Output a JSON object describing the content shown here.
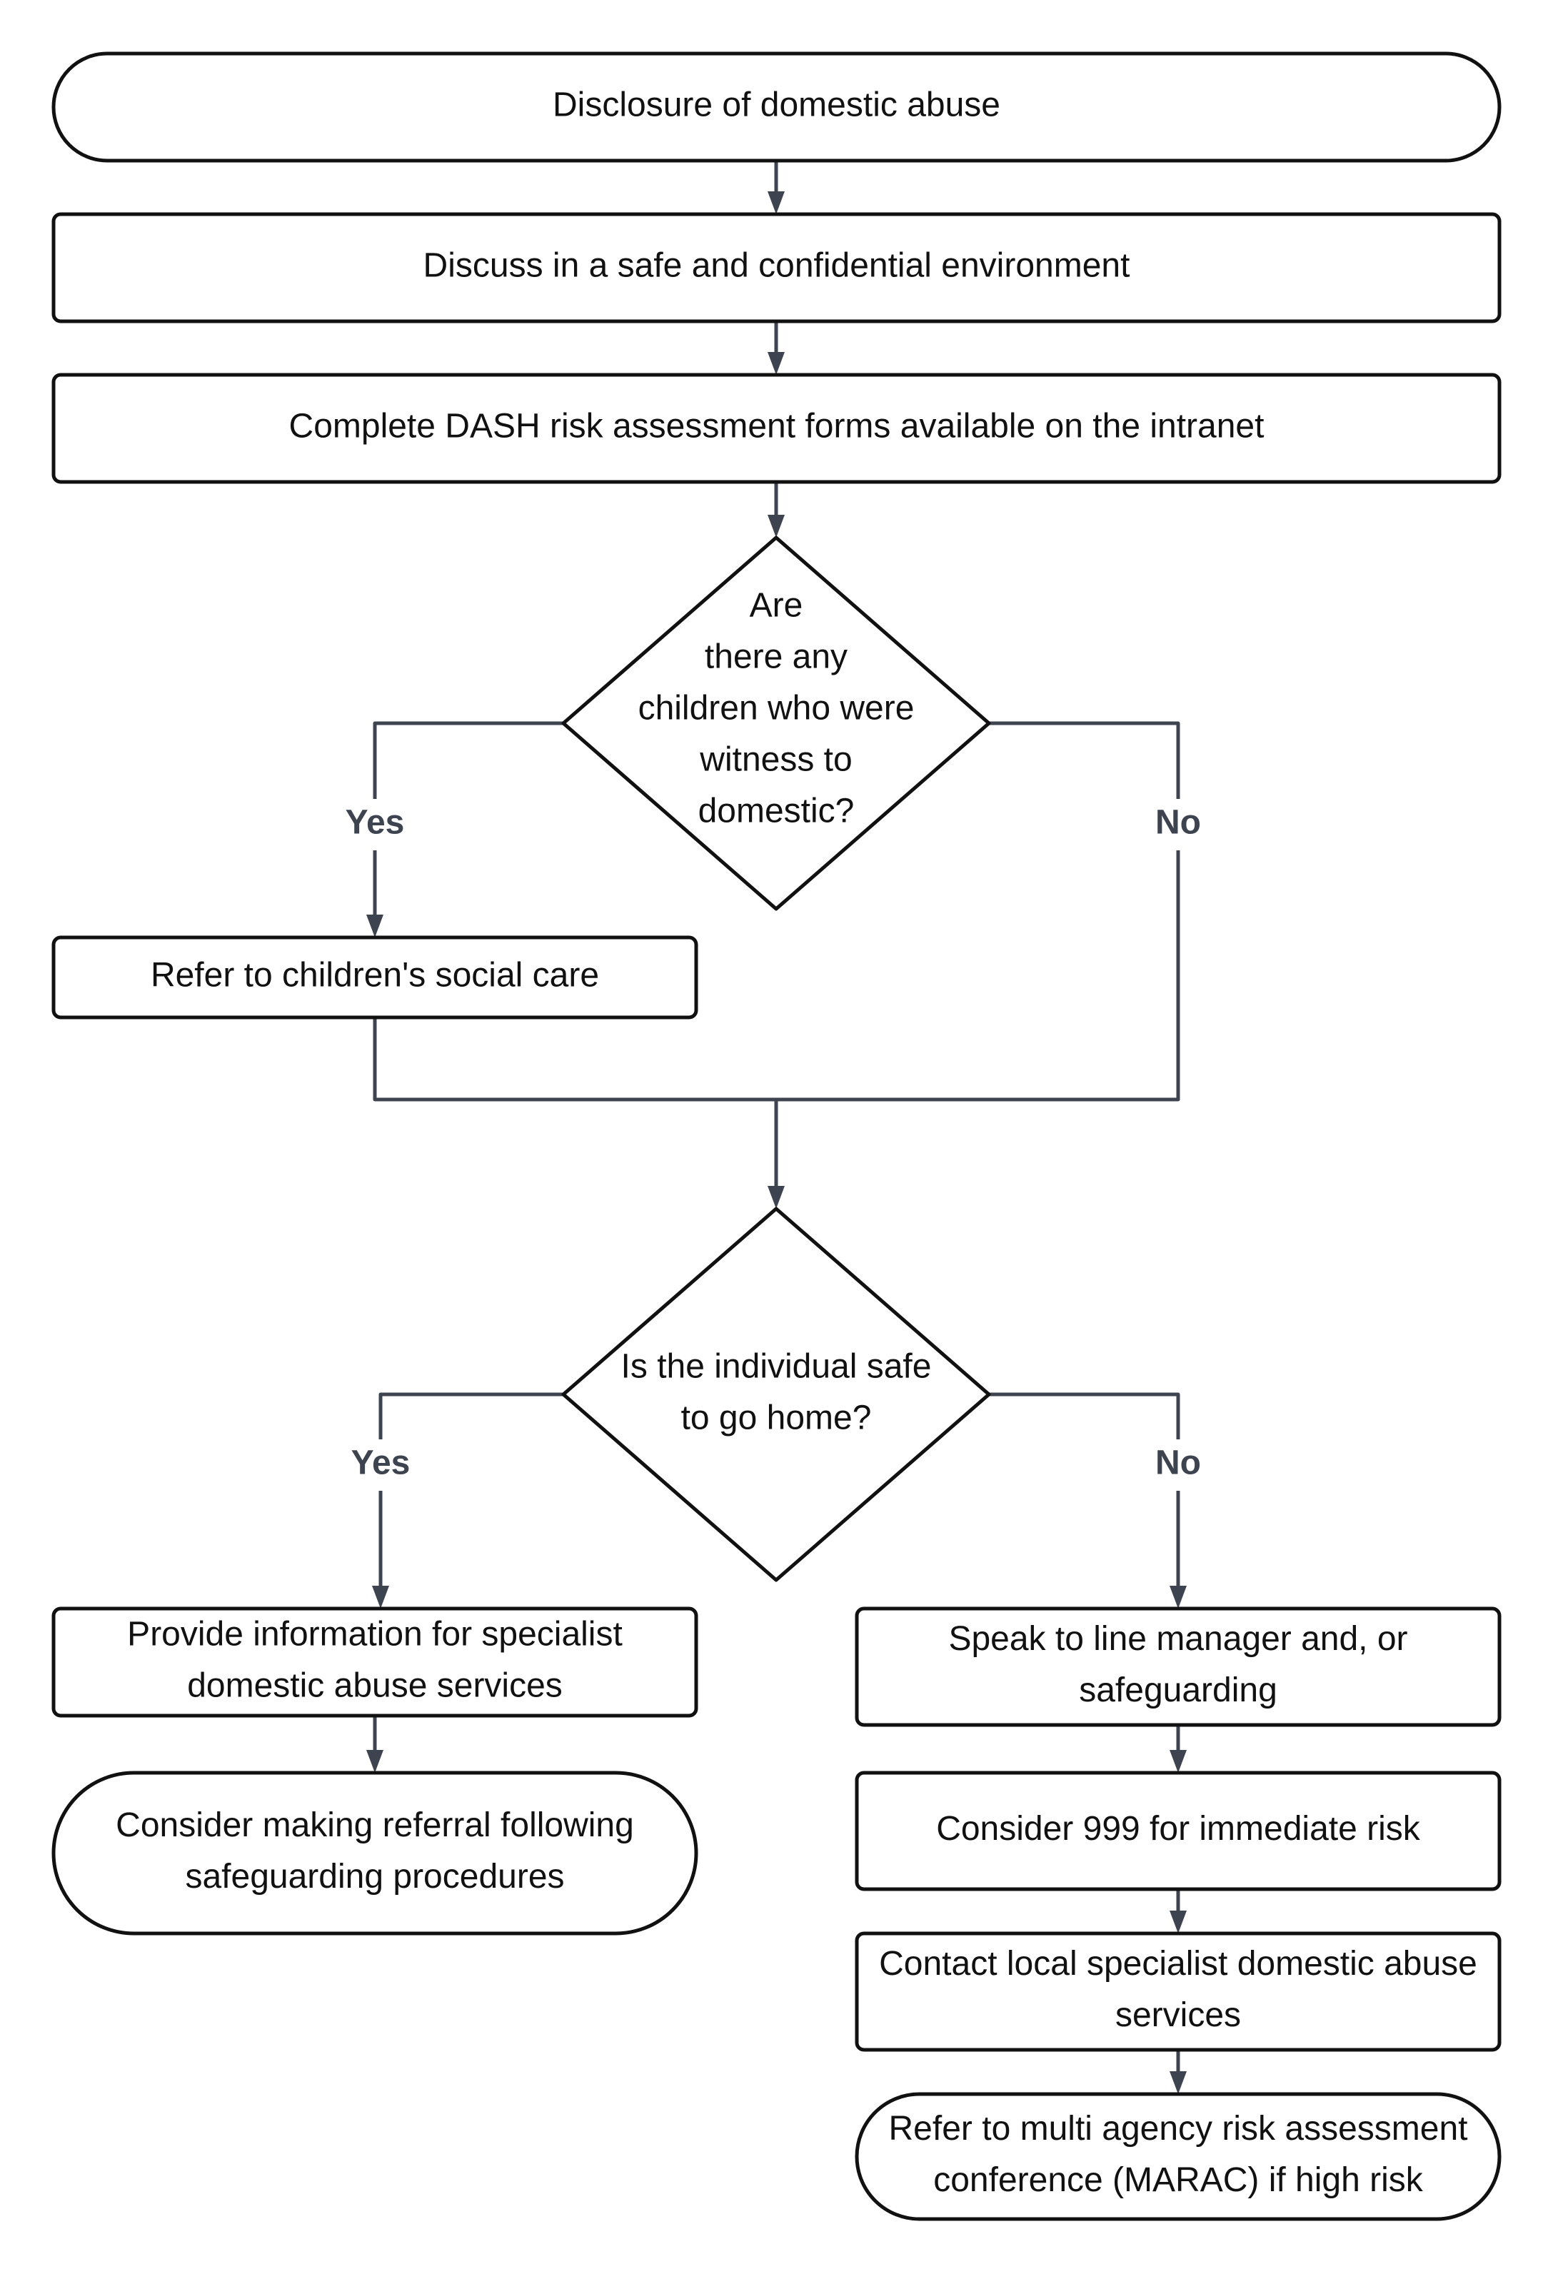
{
  "colors": {
    "stroke": "#111111",
    "connector": "#3d4450",
    "background": "#ffffff"
  },
  "nodes": {
    "disclosure": {
      "shape": "terminal",
      "lines": [
        "Disclosure of domestic abuse"
      ]
    },
    "discuss": {
      "shape": "process",
      "lines": [
        "Discuss in a safe and confidential environment"
      ]
    },
    "dash": {
      "shape": "process",
      "lines": [
        "Complete DASH risk assessment forms available on the intranet"
      ]
    },
    "children_q": {
      "shape": "decision",
      "lines": [
        "Are",
        "there any",
        "children who were",
        "witness to",
        "domestic?"
      ]
    },
    "refer_children": {
      "shape": "process",
      "lines": [
        "Refer to children's social care"
      ]
    },
    "safe_q": {
      "shape": "decision",
      "lines": [
        "Is the individual safe",
        "to go home?"
      ]
    },
    "provide_info": {
      "shape": "process",
      "lines": [
        "Provide information for specialist",
        "domestic abuse services"
      ]
    },
    "consider_referral": {
      "shape": "terminal",
      "lines": [
        "Consider making referral following",
        "safeguarding procedures"
      ]
    },
    "line_manager": {
      "shape": "process",
      "lines": [
        "Speak to line manager and, or",
        "safeguarding"
      ]
    },
    "call_999": {
      "shape": "process",
      "lines": [
        "Consider 999 for immediate risk"
      ]
    },
    "contact_local": {
      "shape": "process",
      "lines": [
        "Contact local specialist domestic abuse",
        "services"
      ]
    },
    "marac": {
      "shape": "terminal",
      "lines": [
        "Refer to multi agency risk assessment",
        "conference (MARAC) if high risk"
      ]
    }
  },
  "edges": [
    {
      "from": "disclosure",
      "to": "discuss",
      "label": ""
    },
    {
      "from": "discuss",
      "to": "dash",
      "label": ""
    },
    {
      "from": "dash",
      "to": "children_q",
      "label": ""
    },
    {
      "from": "children_q",
      "to": "refer_children",
      "label": "Yes"
    },
    {
      "from": "children_q",
      "to": "safe_q",
      "label": "No"
    },
    {
      "from": "refer_children",
      "to": "safe_q",
      "label": ""
    },
    {
      "from": "safe_q",
      "to": "provide_info",
      "label": "Yes"
    },
    {
      "from": "safe_q",
      "to": "line_manager",
      "label": "No"
    },
    {
      "from": "provide_info",
      "to": "consider_referral",
      "label": ""
    },
    {
      "from": "line_manager",
      "to": "call_999",
      "label": ""
    },
    {
      "from": "call_999",
      "to": "contact_local",
      "label": ""
    },
    {
      "from": "contact_local",
      "to": "marac",
      "label": ""
    }
  ]
}
